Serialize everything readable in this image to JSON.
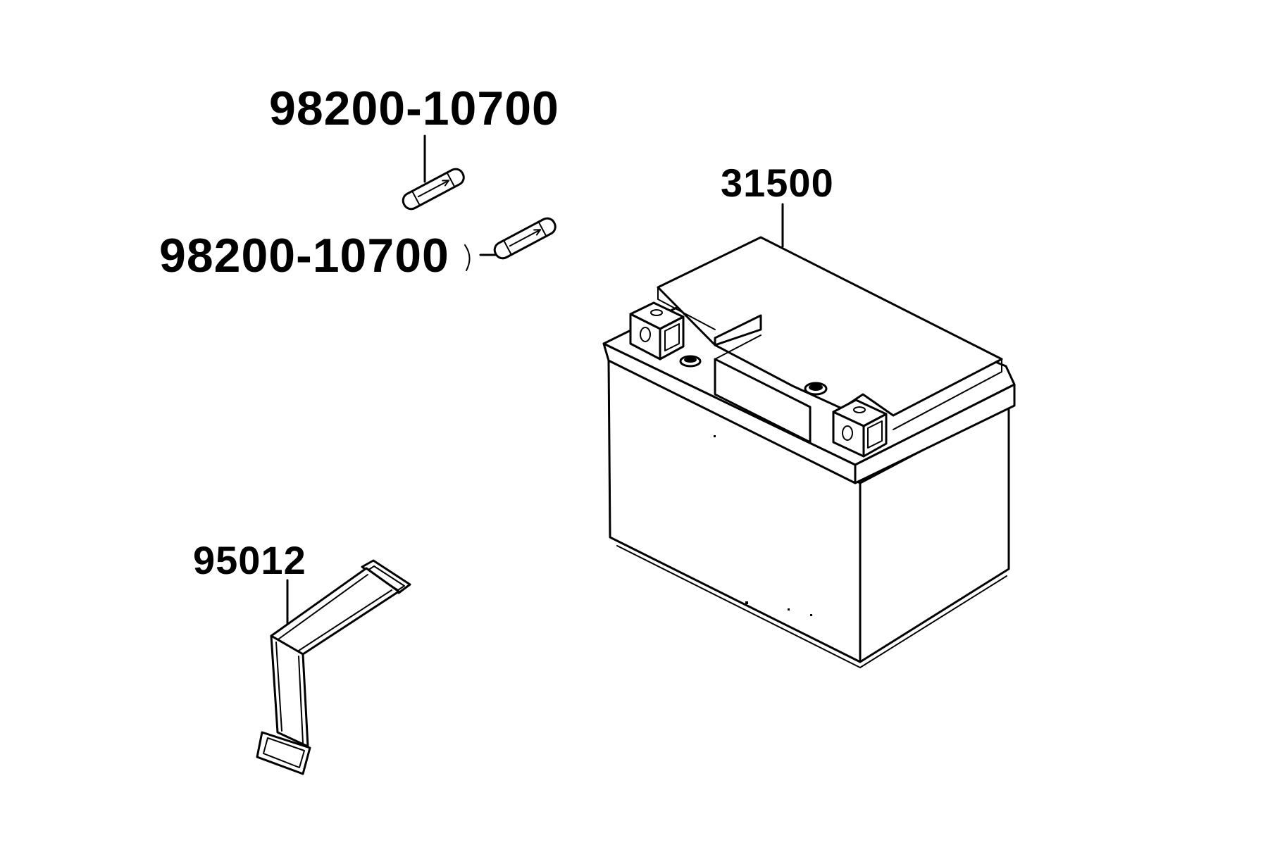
{
  "diagram": {
    "parts": [
      {
        "id": "fuse-top",
        "part_number": "98200-10700",
        "icon": "fuse-icon"
      },
      {
        "id": "fuse-bottom",
        "part_number": "98200-10700",
        "icon": "fuse-icon"
      },
      {
        "id": "battery",
        "part_number": "31500",
        "icon": "battery-icon"
      },
      {
        "id": "battery-strap",
        "part_number": "95012",
        "icon": "strap-icon"
      }
    ]
  }
}
